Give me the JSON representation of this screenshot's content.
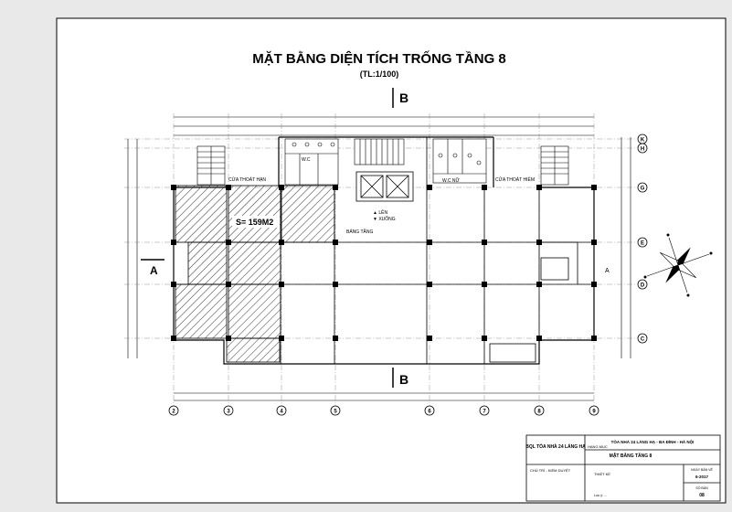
{
  "drawing": {
    "title": "MẶT BẰNG DIỆN TÍCH TRỐNG  TẦNG 8",
    "scale": "(TL:1/100)",
    "section_label_top": "B",
    "section_label_bottom": "B",
    "section_label_left": "A",
    "section_label_right": "A",
    "area_label": "S= 159M2",
    "room_labels": {
      "exit_stair_left": "CỬA THOÁT HẠN",
      "exit_stair_right": "CỬA THOÁT HIỂM",
      "wc_left": "W.C",
      "wc_right": "W.C NỮ",
      "stair_lobby": "BẢNG TẦNG",
      "lift_up": "▲ LÊN",
      "lift_down": "▼ XUỐNG"
    },
    "grid_columns": [
      "2",
      "3",
      "4",
      "5",
      "6",
      "7",
      "8",
      "9"
    ],
    "grid_rows": [
      "K",
      "H",
      "G",
      "E",
      "D",
      "C"
    ],
    "colors": {
      "line": "#000000",
      "paper": "#ffffff",
      "hatch": "#333333"
    }
  },
  "title_block": {
    "owner": "BQL TÒA NHÀ 24 LÁNG HẠ",
    "project": "TÒA NHÀ 24 LÁNG HẠ - BA ĐÌNH - HÀ NỘI",
    "project_prefix": "HẠNG MỤC",
    "sheet_name": "MẶT BẰNG TẦNG 8",
    "drawn_by": "CHỦ TRÌ - KIỂM DUYỆT",
    "checked": "THIẾT KẾ",
    "date_label": "NGÀY BẢN VẼ",
    "date_value": "6-2017",
    "sheet_label": "SỐ BẢN",
    "sheet_number": "08",
    "footer": "Lưu ý: ..."
  }
}
